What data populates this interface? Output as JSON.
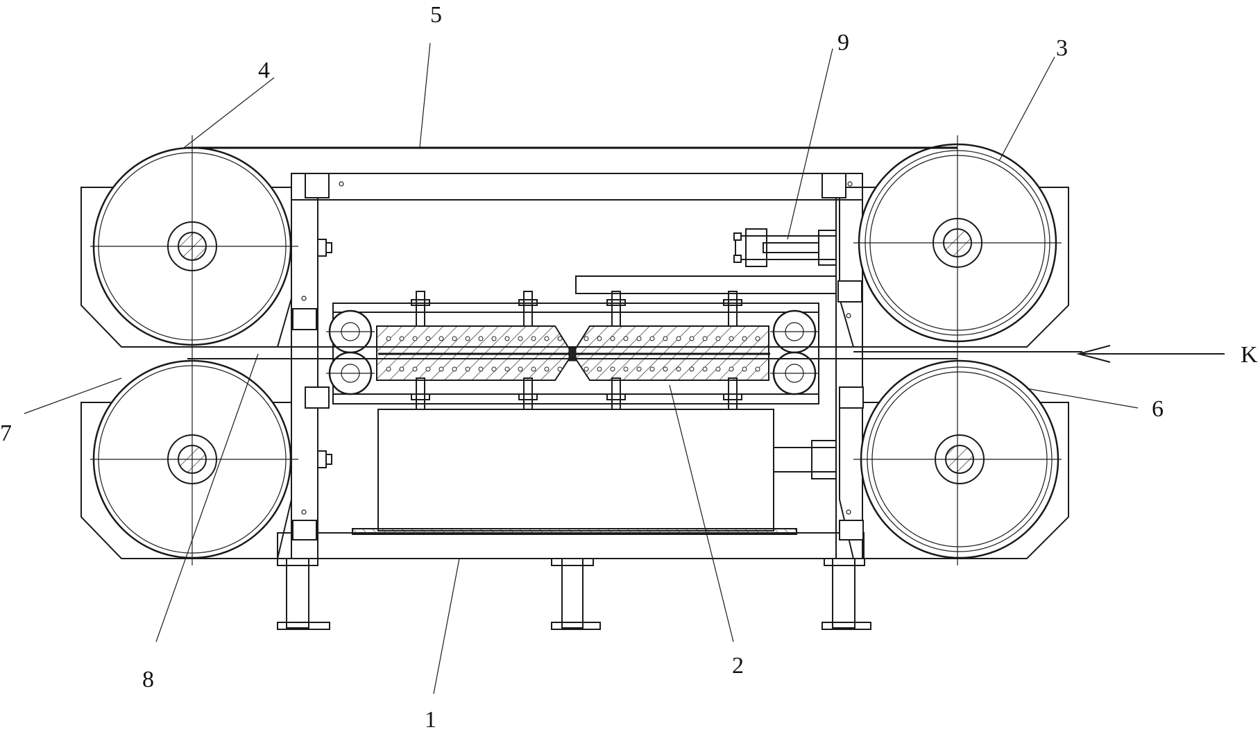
{
  "labels": {
    "l1": "1",
    "l2": "2",
    "l3": "3",
    "l4": "4",
    "l5": "5",
    "l6": "6",
    "l7": "7",
    "l8": "8",
    "l9": "9",
    "k": "K"
  }
}
